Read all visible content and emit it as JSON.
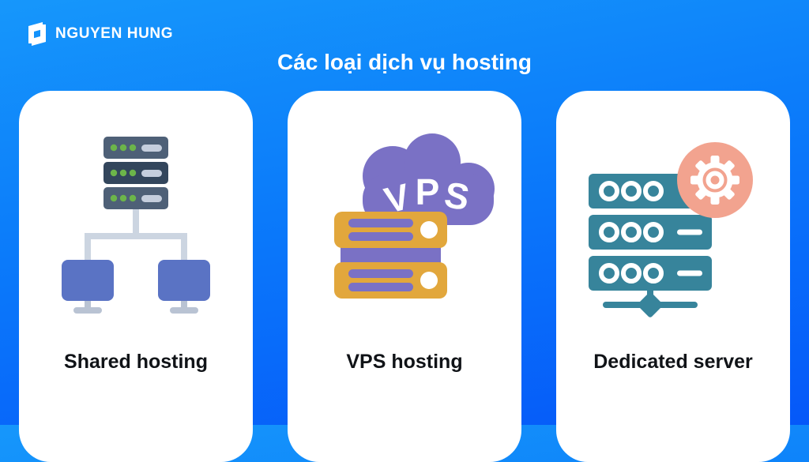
{
  "brand": {
    "name": "NGUYEN HUNG"
  },
  "title": "Các loại dịch vụ hosting",
  "cards": [
    {
      "label": "Shared hosting"
    },
    {
      "label": "VPS hosting",
      "icon_letters": [
        "V",
        "P",
        "S"
      ]
    },
    {
      "label": "Dedicated server"
    }
  ],
  "colors": {
    "background_top": "#1697fb",
    "background_bottom": "#0558f9",
    "card_background": "#ffffff",
    "title_text": "#ffffff",
    "label_text": "#101317",
    "server_slate": "#4e6077",
    "server_slate_dark": "#33465c",
    "led_green": "#6cb54a",
    "server_pill_gray": "#c5cedd",
    "connector_gray": "#ccd5e1",
    "monitor_blue": "#5a73c4",
    "stand_gray": "#b9c3d3",
    "cloud_purple": "#7a71c5",
    "server_yellow": "#e2a73c",
    "server_teal": "#37849b",
    "gear_salmon": "#f2a38f"
  }
}
